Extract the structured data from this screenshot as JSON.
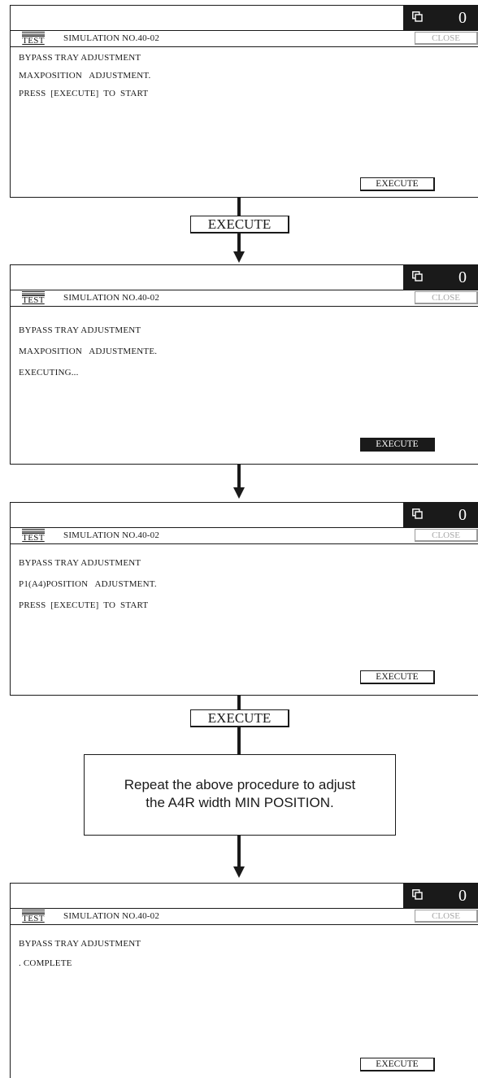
{
  "screens": [
    {
      "counter": "0",
      "test_label": "TEST",
      "title": "SIMULATION   NO.40-02",
      "close_label": "CLOSE",
      "lines": [
        "BYPASS TRAY ADJUSTMENT",
        "MAXPOSITION   ADJUSTMENT.",
        "PRESS  [EXECUTE]  TO  START"
      ],
      "execute_label": "EXECUTE",
      "execute_state": "normal"
    },
    {
      "counter": "0",
      "test_label": "TEST",
      "title": "SIMULATION   NO.40-02",
      "close_label": "CLOSE",
      "lines": [
        "BYPASS TRAY ADJUSTMENT",
        "MAXPOSITION   ADJUSTMENTE.",
        "EXECUTING..."
      ],
      "execute_label": "EXECUTE",
      "execute_state": "active"
    },
    {
      "counter": "0",
      "test_label": "TEST",
      "title": "SIMULATION   NO.40-02",
      "close_label": "CLOSE",
      "lines": [
        "BYPASS TRAY ADJUSTMENT",
        "P1(A4)POSITION   ADJUSTMENT.",
        "PRESS  [EXECUTE]  TO  START"
      ],
      "execute_label": "EXECUTE",
      "execute_state": "normal"
    },
    {
      "counter": "0",
      "test_label": "TEST",
      "title": "SIMULATION   NO.40-02",
      "close_label": "CLOSE",
      "lines": [
        "BYPASS TRAY ADJUSTMENT",
        ". COMPLETE"
      ],
      "execute_label": "EXECUTE",
      "execute_state": "normal"
    }
  ],
  "flow": {
    "step1_key": "EXECUTE",
    "step3_key": "EXECUTE",
    "note_line1": "Repeat the above procedure to adjust",
    "note_line2": "the A4R width MIN POSITION."
  },
  "icons": {
    "copy_counter": "copies-icon",
    "test": "test-icon"
  }
}
